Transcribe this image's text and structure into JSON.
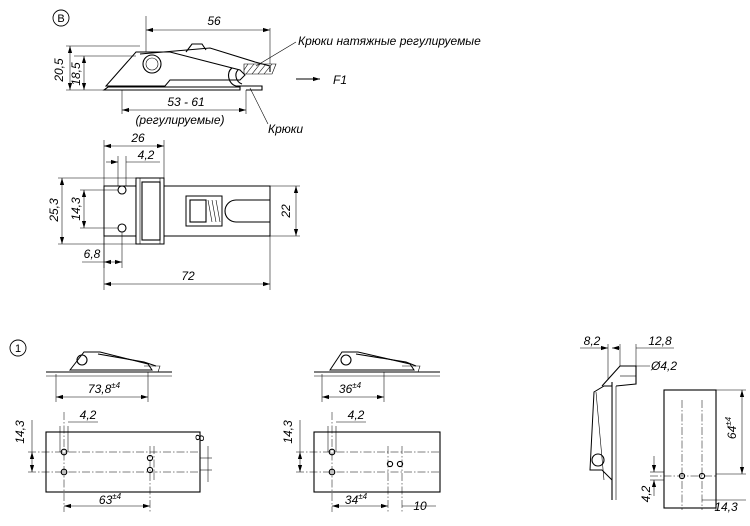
{
  "badges": {
    "view_b": "B",
    "view_1": "1"
  },
  "labels": {
    "hooks_tension": "Крюки натяжные регулируемые",
    "force": "F1",
    "hooks": "Крюки",
    "adjustable": "(регулируемые)"
  },
  "dims": {
    "d56": "56",
    "d20_5": "20,5",
    "d18_5": "18,5",
    "d53_61": "53 - 61",
    "d26": "26",
    "d4_2_top": "4,2",
    "d25_3": "25,3",
    "d14_3_top": "14,3",
    "d22": "22",
    "d6_8": "6,8",
    "d72": "72",
    "d73_8": "73,8",
    "d73_8_tol": "±4",
    "d36": "36",
    "d36_tol": "±4",
    "d8_2": "8,2",
    "d12_8": "12,8",
    "d_phi4_2": "Ø4,2",
    "d64": "64",
    "d64_tol": "±4",
    "d14_3_a": "14,3",
    "d4_2_a": "4,2",
    "d8": "8",
    "d63": "63",
    "d63_tol": "±4",
    "d14_3_b": "14,3",
    "d4_2_b": "4,2",
    "d34": "34",
    "d34_tol": "±4",
    "d10": "10",
    "d4_2_side": "4,2",
    "d14_3_side": "14,3"
  }
}
